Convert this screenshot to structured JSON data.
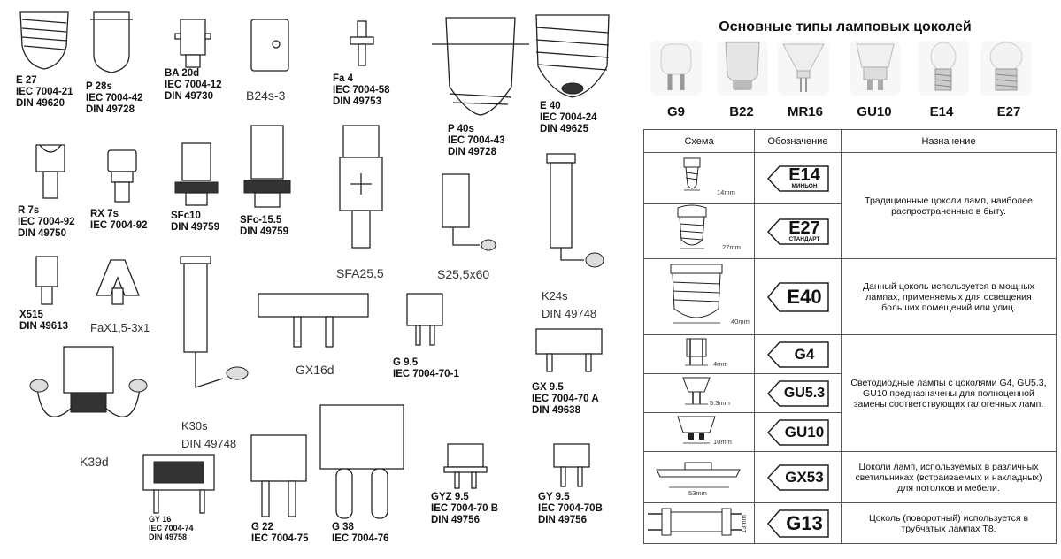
{
  "left": {
    "items": [
      {
        "id": "e27",
        "lines": [
          "E 27",
          "IEC 7004-21",
          "DIN 49620"
        ]
      },
      {
        "id": "p28s",
        "lines": [
          "P 28s",
          "IEC 7004-42",
          "DIN 49728"
        ]
      },
      {
        "id": "ba20d",
        "lines": [
          "BA 20d",
          "IEC 7004-12",
          "DIN 49730"
        ]
      },
      {
        "id": "b24s3",
        "lines": [
          "B24s-3"
        ]
      },
      {
        "id": "fa4",
        "lines": [
          "Fa 4",
          "IEC 7004-58",
          "DIN 49753"
        ]
      },
      {
        "id": "p40s",
        "lines": [
          "P 40s",
          "IEC 7004-43",
          "DIN 49728"
        ]
      },
      {
        "id": "e40",
        "lines": [
          "E 40",
          "IEC 7004-24",
          "DIN 49625"
        ]
      },
      {
        "id": "r7s",
        "lines": [
          "R 7s",
          "IEC 7004-92",
          "DIN 49750"
        ]
      },
      {
        "id": "rx7s",
        "lines": [
          "RX 7s",
          "IEC 7004-92"
        ]
      },
      {
        "id": "sfc10",
        "lines": [
          "SFc10",
          "DIN 49759"
        ]
      },
      {
        "id": "sfc155",
        "lines": [
          "SFc-15.5",
          "DIN 49759"
        ]
      },
      {
        "id": "sfa255",
        "lines": [
          "SFA25,5"
        ]
      },
      {
        "id": "s255x60",
        "lines": [
          "S25,5x60"
        ]
      },
      {
        "id": "k24s",
        "lines": [
          "K24s",
          "DIN 49748"
        ]
      },
      {
        "id": "x515",
        "lines": [
          "X515",
          "DIN 49613"
        ]
      },
      {
        "id": "fax15",
        "lines": [
          "FaX1,5-3x1"
        ]
      },
      {
        "id": "gx16d",
        "lines": [
          "GX16d"
        ]
      },
      {
        "id": "g95",
        "lines": [
          "G 9.5",
          "IEC 7004-70-1"
        ]
      },
      {
        "id": "gx95",
        "lines": [
          "GX 9.5",
          "IEC 7004-70 A",
          "DIN 49638"
        ]
      },
      {
        "id": "k30s",
        "lines": [
          "K30s",
          "DIN 49748"
        ]
      },
      {
        "id": "k39d",
        "lines": [
          "K39d"
        ]
      },
      {
        "id": "gy16",
        "lines": [
          "GY 16",
          "IEC 7004-74",
          "DIN 49758"
        ]
      },
      {
        "id": "g22",
        "lines": [
          "G 22",
          "IEC 7004-75"
        ]
      },
      {
        "id": "g38",
        "lines": [
          "G 38",
          "IEC 7004-76"
        ]
      },
      {
        "id": "gyz95",
        "lines": [
          "GYZ 9.5",
          "IEC 7004-70 B",
          "DIN 49756"
        ]
      },
      {
        "id": "gy95",
        "lines": [
          "GY 9.5",
          "IEC 7004-70B",
          "DIN 49756"
        ]
      }
    ]
  },
  "right": {
    "title": "Основные типы ламповых цоколей",
    "photos": [
      "G9",
      "B22",
      "MR16",
      "GU10",
      "E14",
      "E27"
    ],
    "table": {
      "headers": [
        "Схема",
        "Обозначение",
        "Назначение"
      ],
      "rows": [
        {
          "code": "E14",
          "sub": "МИНЬОН",
          "dim": "14mm"
        },
        {
          "code": "E27",
          "sub": "СТАНДАРТ",
          "dim": "27mm"
        },
        {
          "code": "E40",
          "sub": "",
          "dim": "40mm"
        },
        {
          "code": "G4",
          "sub": "",
          "dim": "4mm"
        },
        {
          "code": "GU5.3",
          "sub": "",
          "dim": "5.3mm"
        },
        {
          "code": "GU10",
          "sub": "",
          "dim": "10mm"
        },
        {
          "code": "GX53",
          "sub": "",
          "dim": "53mm"
        },
        {
          "code": "G13",
          "sub": "",
          "dim": "13mm"
        }
      ],
      "purposes": [
        "Традиционные цоколи ламп, наиболее распространенные в быту.",
        "Данный цоколь используется в мощных лампах, применяемых для освещения больших помещений или улиц.",
        "Светодиодные лампы с цоколями G4, GU5.3, GU10 предназначены для полноценной замены соответствующих галогенных ламп.",
        "Цоколи ламп, используемых в различных светильниках (встраиваемых  и накладных) для потолков и мебели.",
        "Цоколь (поворотный) используется в трубчатых лампах Т8."
      ]
    }
  },
  "colors": {
    "line": "#222222",
    "table_border": "#555555"
  }
}
